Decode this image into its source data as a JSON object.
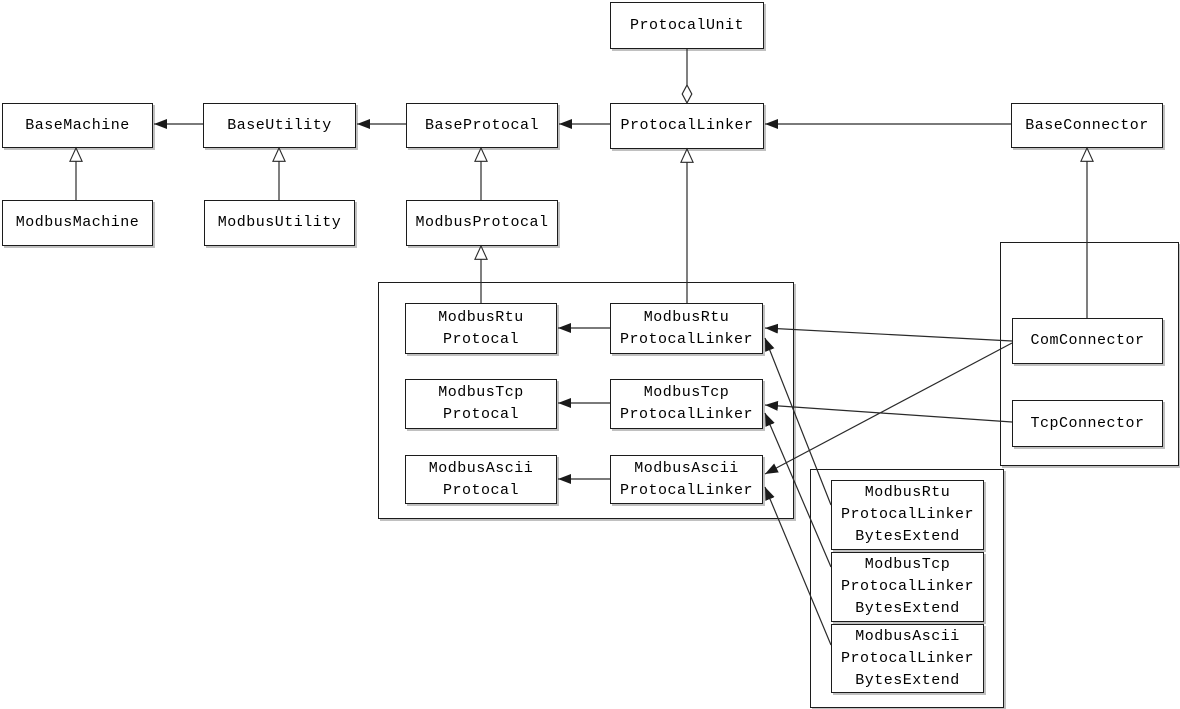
{
  "diagram": {
    "kind": "uml-class-diagram",
    "colors": {
      "background": "#ffffff",
      "box_fill": "#ffffff",
      "box_border": "#1c1c1c",
      "line": "#2a2a2a",
      "text": "#000000",
      "shadow": "#8c8c8c"
    },
    "nodes": {
      "protocal_unit": {
        "label": "ProtocalUnit"
      },
      "base_machine": {
        "label": "BaseMachine"
      },
      "base_utility": {
        "label": "BaseUtility"
      },
      "base_protocal": {
        "label": "BaseProtocal"
      },
      "protocal_linker": {
        "label": "ProtocalLinker"
      },
      "base_connector": {
        "label": "BaseConnector"
      },
      "modbus_machine": {
        "label": "ModbusMachine"
      },
      "modbus_utility": {
        "label": "ModbusUtility"
      },
      "modbus_protocal": {
        "label": "ModbusProtocal"
      },
      "modbus_rtu_protocal": {
        "label": "ModbusRtu\nProtocal"
      },
      "modbus_rtu_protocal_linker": {
        "label": "ModbusRtu\nProtocalLinker"
      },
      "modbus_tcp_protocal": {
        "label": "ModbusTcp\nProtocal"
      },
      "modbus_tcp_protocal_linker": {
        "label": "ModbusTcp\nProtocalLinker"
      },
      "modbus_ascii_protocal": {
        "label": "ModbusAscii\nProtocal"
      },
      "modbus_ascii_protocal_linker": {
        "label": "ModbusAscii\nProtocalLinker"
      },
      "com_connector": {
        "label": "ComConnector"
      },
      "tcp_connector": {
        "label": "TcpConnector"
      },
      "modbus_rtu_protocal_linker_bytes_extend": {
        "label": "ModbusRtu\nProtocalLinker\nBytesExtend"
      },
      "modbus_tcp_protocal_linker_bytes_extend": {
        "label": "ModbusTcp\nProtocalLinker\nBytesExtend"
      },
      "modbus_ascii_protocal_linker_bytes_extend": {
        "label": "ModbusAscii\nProtocalLinker\nBytesExtend"
      }
    },
    "edges": [
      {
        "from": "ProtocalUnit",
        "to": "ProtocalLinker",
        "type": "aggregation"
      },
      {
        "from": "BaseUtility",
        "to": "BaseMachine",
        "type": "association"
      },
      {
        "from": "BaseProtocal",
        "to": "BaseUtility",
        "type": "association"
      },
      {
        "from": "ProtocalLinker",
        "to": "BaseProtocal",
        "type": "association"
      },
      {
        "from": "BaseConnector",
        "to": "ProtocalLinker",
        "type": "association"
      },
      {
        "from": "ModbusMachine",
        "to": "BaseMachine",
        "type": "generalization"
      },
      {
        "from": "ModbusUtility",
        "to": "BaseUtility",
        "type": "generalization"
      },
      {
        "from": "ModbusProtocal",
        "to": "BaseProtocal",
        "type": "generalization"
      },
      {
        "from": "ModbusRtuProtocal",
        "to": "ModbusProtocal",
        "type": "generalization"
      },
      {
        "from": "ModbusRtuProtocalLinker",
        "to": "ProtocalLinker",
        "type": "generalization"
      },
      {
        "from": "ComConnector",
        "to": "BaseConnector",
        "type": "generalization"
      },
      {
        "from": "ModbusRtuProtocalLinker",
        "to": "ModbusRtuProtocal",
        "type": "association"
      },
      {
        "from": "ModbusTcpProtocalLinker",
        "to": "ModbusTcpProtocal",
        "type": "association"
      },
      {
        "from": "ModbusAsciiProtocalLinker",
        "to": "ModbusAsciiProtocal",
        "type": "association"
      },
      {
        "from": "ComConnector",
        "to": "ModbusRtuProtocalLinker",
        "type": "association"
      },
      {
        "from": "ComConnector",
        "to": "ModbusAsciiProtocalLinker",
        "type": "association"
      },
      {
        "from": "TcpConnector",
        "to": "ModbusTcpProtocalLinker",
        "type": "association"
      },
      {
        "from": "ModbusRtuProtocalLinkerBytesExtend",
        "to": "ModbusRtuProtocalLinker",
        "type": "association"
      },
      {
        "from": "ModbusTcpProtocalLinkerBytesExtend",
        "to": "ModbusTcpProtocalLinker",
        "type": "association"
      },
      {
        "from": "ModbusAsciiProtocalLinkerBytesExtend",
        "to": "ModbusAsciiProtocalLinker",
        "type": "association"
      }
    ]
  }
}
